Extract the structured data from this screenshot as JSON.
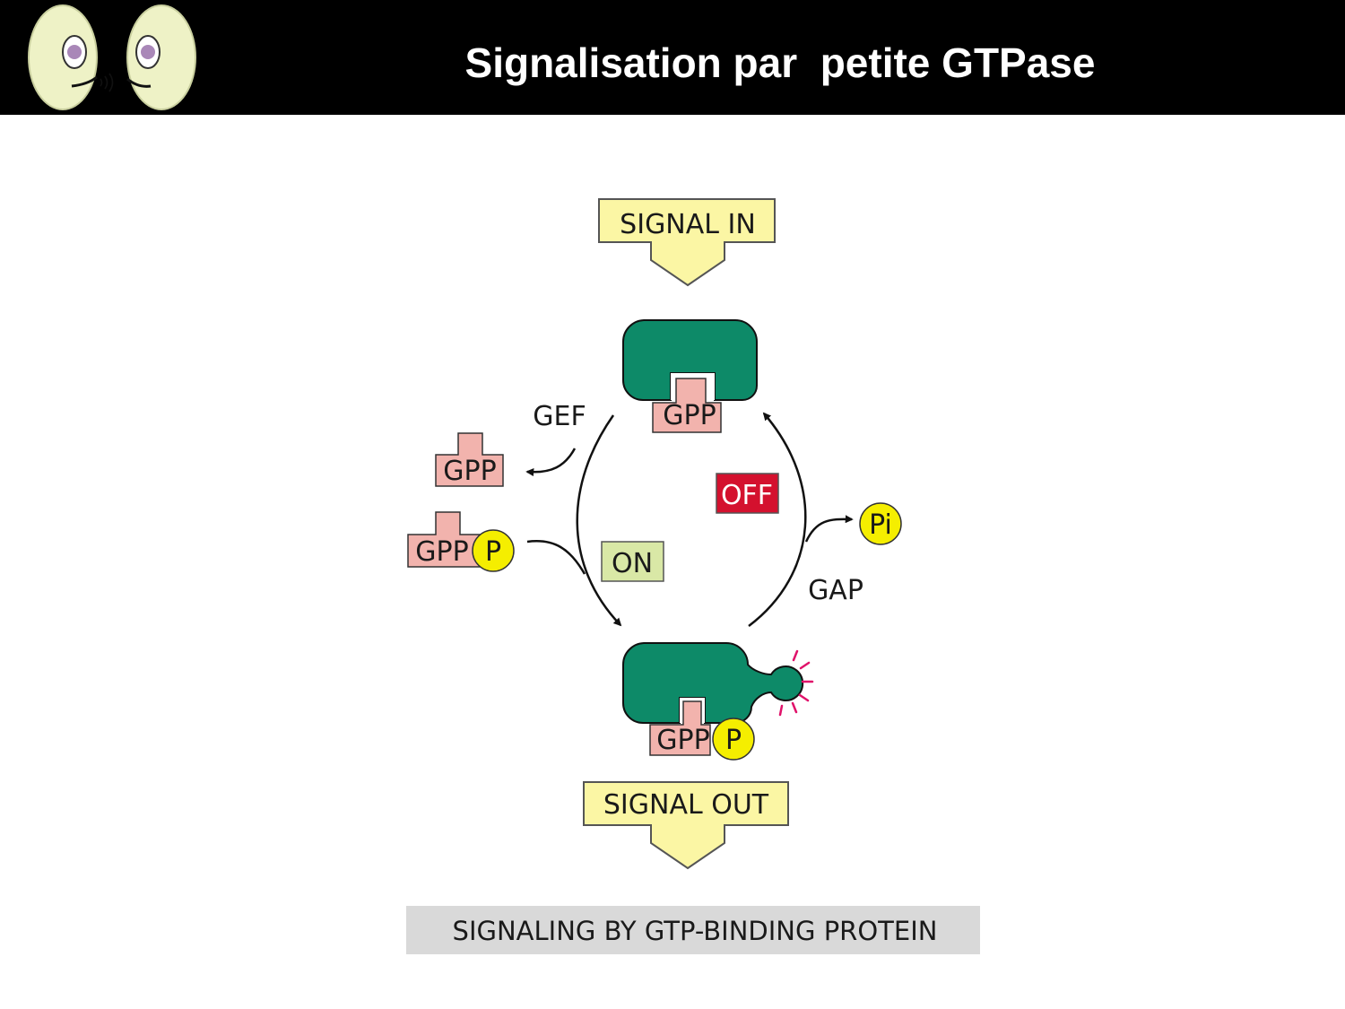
{
  "header": {
    "title": "Signalisation par  petite GTPase"
  },
  "diagram": {
    "signal_in": "SIGNAL IN",
    "signal_out": "SIGNAL OUT",
    "gef": "GEF",
    "gap": "GAP",
    "on": "ON",
    "off": "OFF",
    "gdp_bound": "GPP",
    "gdp_released": "GPP",
    "gtp_incoming_base": "GPP",
    "gtp_incoming_phosphate": "P",
    "gtp_bound_base": "GPP",
    "gtp_bound_phosphate": "P",
    "phosphate_released": "Pi",
    "caption": "SIGNALING BY GTP-BINDING PROTEIN"
  },
  "colors": {
    "header_bg": "#000000",
    "protein": "#0d8a68",
    "nucleotide": "#f2b3ad",
    "phosphate": "#f5ee00",
    "signal_box": "#fbf6a4",
    "off_box": "#d4112e",
    "on_box": "#d9e8a6",
    "caption_bg": "#d9d9d9"
  }
}
